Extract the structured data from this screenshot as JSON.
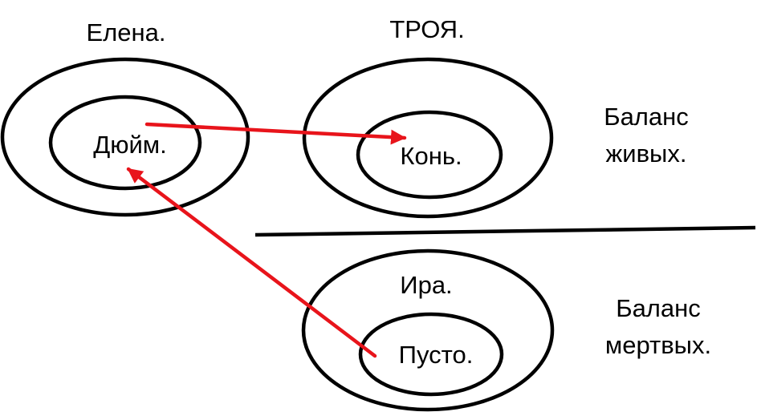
{
  "groups": {
    "elena": {
      "title": "Елена.",
      "inner": "Дюйм."
    },
    "troya": {
      "title": "ТРОЯ.",
      "inner": "Конь."
    },
    "ira": {
      "title": "Ира.",
      "inner": "Пусто."
    }
  },
  "balance": {
    "living": {
      "line1": "Баланс",
      "line2": "живых."
    },
    "dead": {
      "line1": "Баланс",
      "line2": "мертвых."
    }
  },
  "arrows": [
    {
      "from": "Дюйм.",
      "to": "Конь."
    },
    {
      "from": "Пусто.",
      "to": "Дюйм."
    }
  ],
  "colors": {
    "ellipse_stroke": "#000000",
    "divider": "#000000",
    "arrow": "#e8141b",
    "text": "#000000"
  }
}
